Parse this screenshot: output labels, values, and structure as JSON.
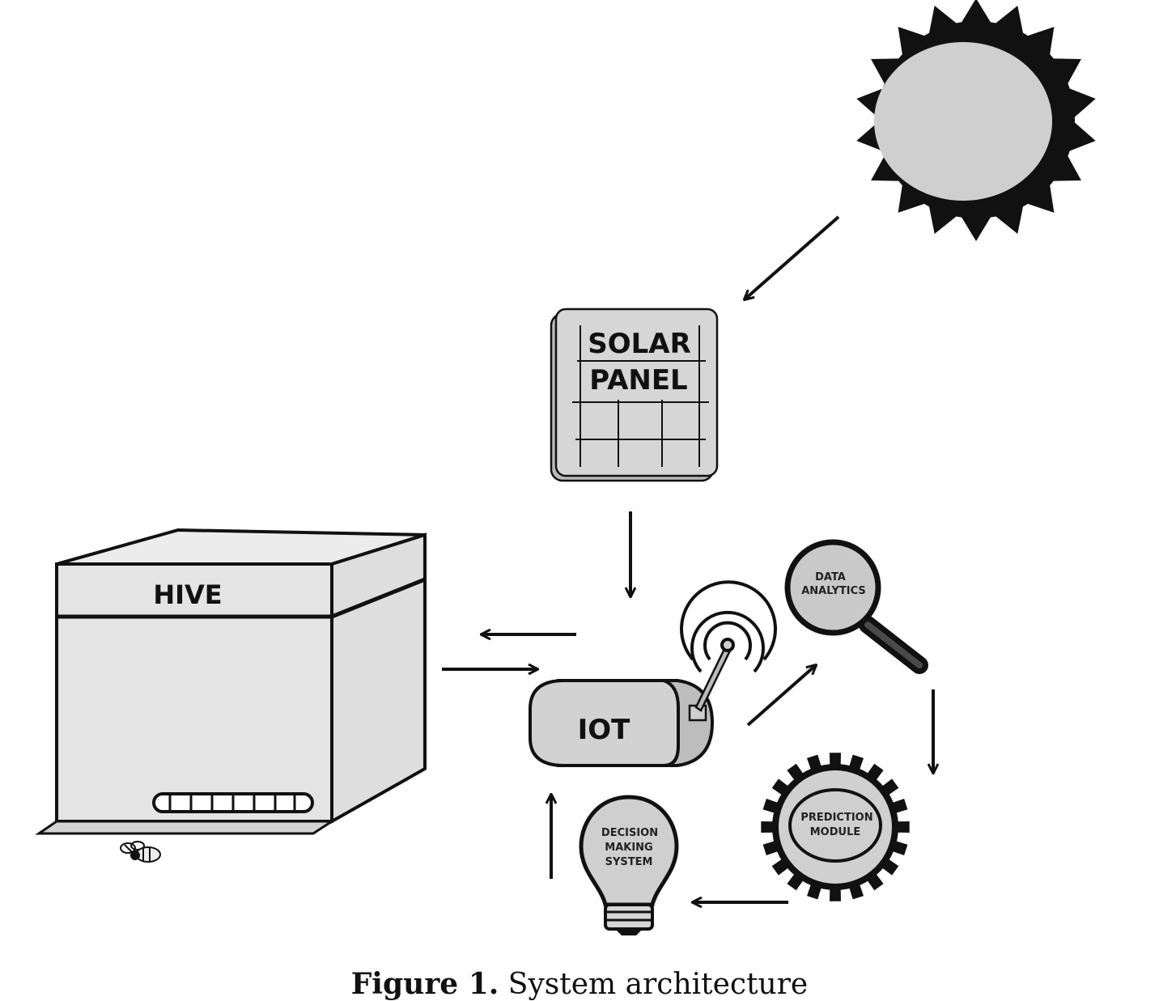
{
  "figure": {
    "number_label": "Figure 1.",
    "title": "System architecture"
  },
  "nodes": {
    "solar_panel": {
      "line1": "SOLAR",
      "line2": "PANEL"
    },
    "hive": {
      "label": "HIVE"
    },
    "iot": {
      "label": "IOT"
    },
    "data_analytics": {
      "line1": "DATA",
      "line2": "ANALYTICS"
    },
    "prediction_module": {
      "line1": "PREDICTION",
      "line2": "MODULE"
    },
    "decision_making_system": {
      "line1": "DECISION",
      "line2": "MAKING",
      "line3": "SYSTEM"
    }
  },
  "colors": {
    "fill": "#d8d8d8",
    "fill_light": "#e4e4e4",
    "stroke": "#111111",
    "background": "#ffffff"
  },
  "icons": [
    "sun-icon",
    "solar-panel-icon",
    "hive-icon",
    "bee-icon",
    "iot-device-icon",
    "wifi-signal-icon",
    "magnifier-icon",
    "gear-icon",
    "lightbulb-icon"
  ]
}
